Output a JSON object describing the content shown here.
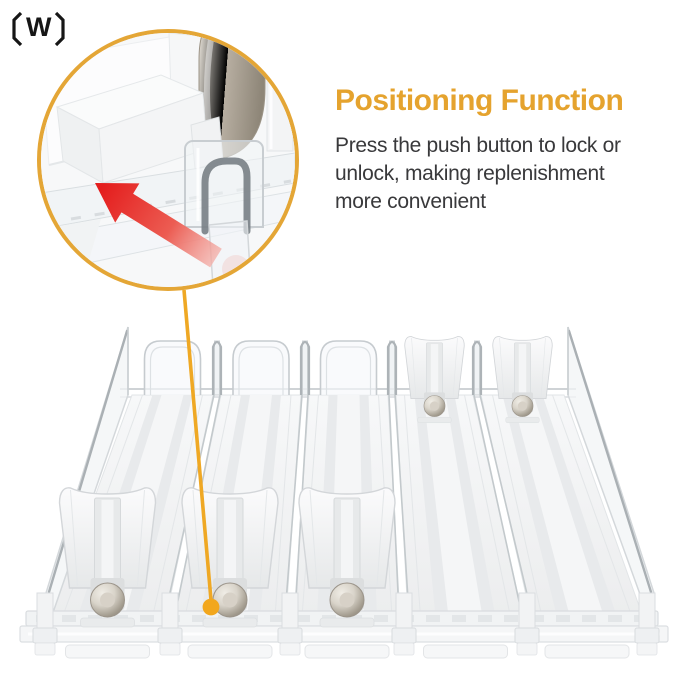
{
  "page": {
    "background": "#ffffff",
    "corner_label": "〔W〕",
    "corner_letter": "W"
  },
  "info": {
    "title": "Positioning Function",
    "description_lines": [
      "Press the push button to lock or",
      "unlock, making replenishment",
      "more convenient"
    ]
  },
  "callout": {
    "shape": "circle",
    "content": "close-up photo of the push button lock mechanism with spring roll and clear rail",
    "arrow_icon": "red-arrow-icon",
    "connects_to": "push button on front rail of second lane"
  },
  "product": {
    "content": "five-lane clear spring-loaded drink pusher organizer",
    "lanes": 5,
    "pushers_at_front": 3,
    "pushers_at_back": 2
  },
  "colors": {
    "accent_gold": "#E4A636",
    "title_gold": "#E5A32E",
    "body_text": "#39393B",
    "arrow_red": "#E31E1E",
    "dot_orange": "#F2A71D"
  }
}
